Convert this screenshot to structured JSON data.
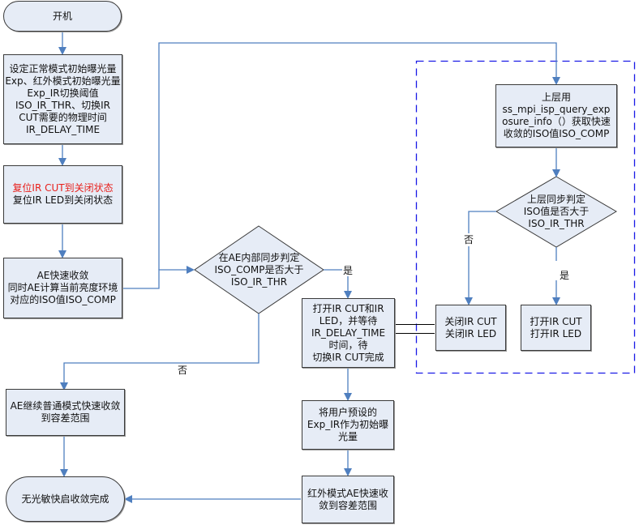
{
  "colors": {
    "node_fill": "#e6ecf6",
    "node_border": "#3a3a3a",
    "connector": "#4f7fbf",
    "dashed_group_border": "#1a1ae6",
    "highlight_text": "#e8201c",
    "link_line": "#000000"
  },
  "nodes": {
    "start": {
      "lines": [
        "开机"
      ]
    },
    "init_params": {
      "lines": [
        "设定正常模式初始曝光量",
        "Exp、红外模式初始曝光量",
        "Exp_IR切换阈值",
        "ISO_IR_THR、切换IR",
        "CUT需要的物理时间",
        "IR_DELAY_TIME"
      ]
    },
    "reset": {
      "lines": [
        "复位IR CUT到关闭状态",
        "复位IR LED到关闭状态"
      ],
      "highlighted_line_index": 0
    },
    "ae_fast": {
      "lines": [
        "AE快速收敛",
        "同时AE计算当前亮度环境",
        "对应的ISO值ISO_COMP"
      ]
    },
    "decision_internal": {
      "lines": [
        "在AE内部同步判定",
        "ISO_COMP是否大于",
        "ISO_IR_THR"
      ]
    },
    "open_ir": {
      "lines": [
        "打开IR CUT和IR",
        "LED，并等待",
        "IR_DELAY_TIME",
        "时间，待",
        "切换IR CUT完成"
      ]
    },
    "ae_normal": {
      "lines": [
        "AE继续普通模式快速收敛",
        "到容差范围"
      ]
    },
    "use_exp_ir": {
      "lines": [
        "将用户预设的",
        "Exp_IR作为初始曝",
        "光量"
      ]
    },
    "ir_ae": {
      "lines": [
        "红外模式AE快速收",
        "敛到容差范围"
      ]
    },
    "end": {
      "lines": [
        "无光敏快启收敛完成"
      ]
    },
    "upper_query": {
      "lines": [
        "上层用",
        "ss_mpi_isp_query_exp",
        "osure_info（）获取快速",
        "收敛的ISO值ISO_COMP"
      ]
    },
    "decision_upper": {
      "lines": [
        "上层同步判定",
        "ISO值是否大于",
        "ISO_IR_THR"
      ]
    },
    "close_ir": {
      "lines": [
        "关闭IR CUT",
        "关闭IR LED"
      ]
    },
    "open_ir_upper": {
      "lines": [
        "打开IR CUT",
        "打开IR LED"
      ]
    }
  },
  "edge_labels": {
    "internal_yes": "是",
    "internal_no": "否",
    "upper_yes": "是",
    "upper_no": "否"
  }
}
